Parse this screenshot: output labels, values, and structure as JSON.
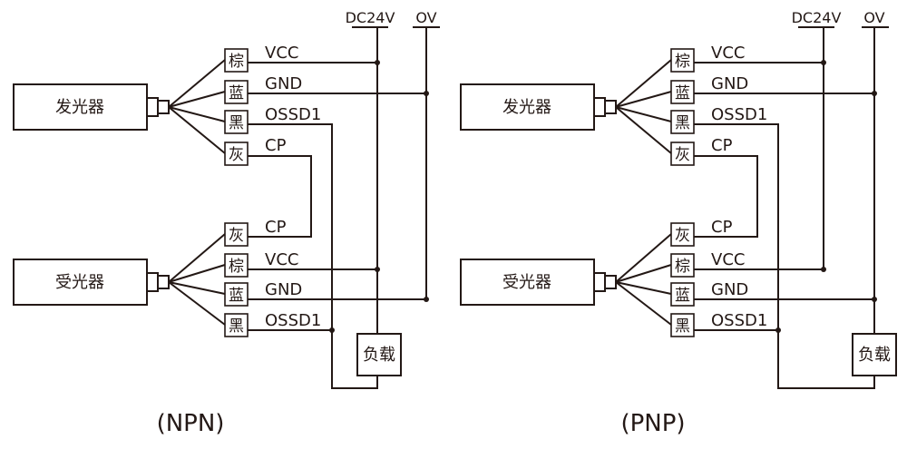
{
  "power": {
    "supply_label": "DC24V",
    "ground_label": "OV"
  },
  "devices": {
    "emitter": "发光器",
    "receiver": "受光器",
    "load": "负载"
  },
  "emitter_wires": [
    {
      "color_code": "棕",
      "signal": "VCC"
    },
    {
      "color_code": "蓝",
      "signal": "GND"
    },
    {
      "color_code": "黑",
      "signal": "OSSD1"
    },
    {
      "color_code": "灰",
      "signal": "CP"
    }
  ],
  "receiver_wires": [
    {
      "color_code": "灰",
      "signal": "CP"
    },
    {
      "color_code": "棕",
      "signal": "VCC"
    },
    {
      "color_code": "蓝",
      "signal": "GND"
    },
    {
      "color_code": "黑",
      "signal": "OSSD1"
    }
  ],
  "diagrams": [
    {
      "caption": "(NPN)",
      "output_type": "NPN"
    },
    {
      "caption": "(PNP)",
      "output_type": "PNP"
    }
  ]
}
